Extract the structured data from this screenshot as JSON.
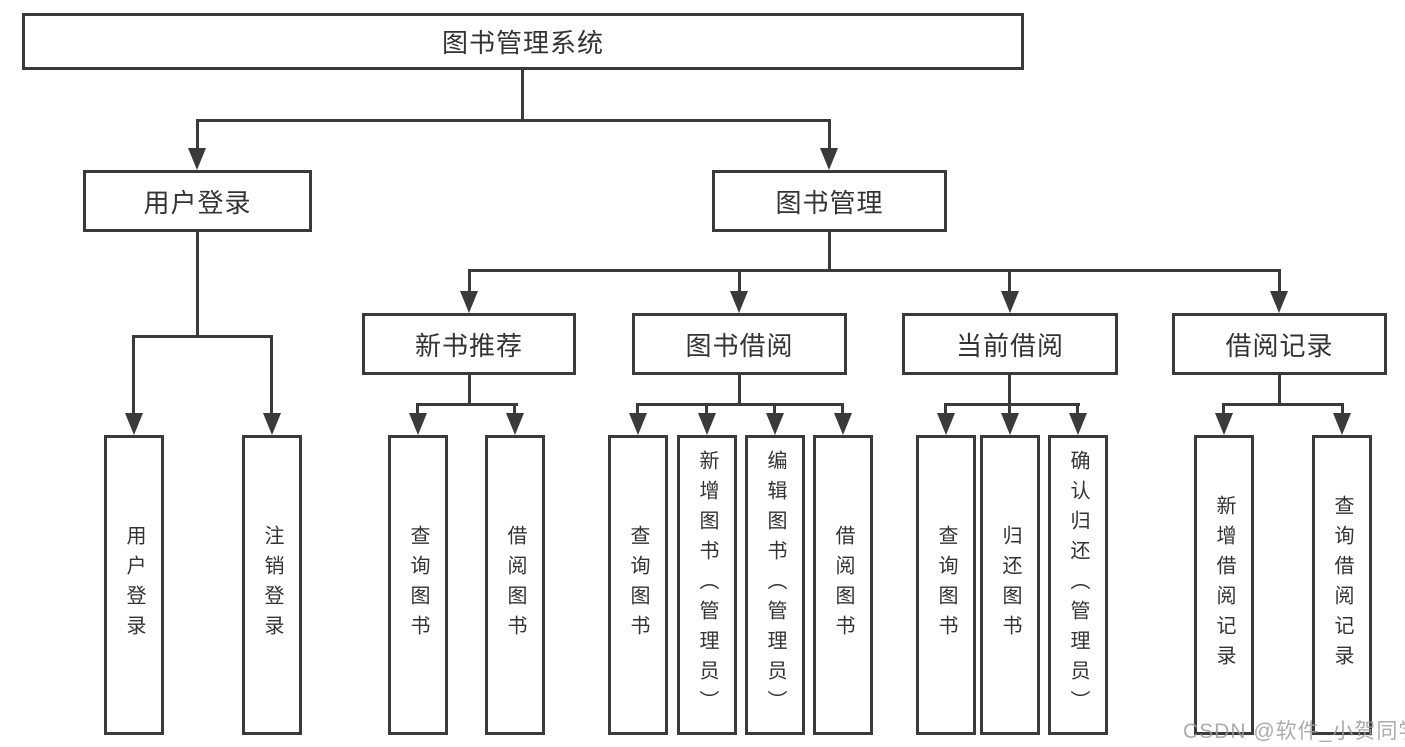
{
  "colors": {
    "line": "#3a3a3a",
    "text": "#333333",
    "background": "#ffffff",
    "watermark": "#9e9e9e"
  },
  "watermark": {
    "text": "CSDN @软件_小贺同学"
  },
  "tree": {
    "label": "图书管理系统",
    "children": [
      {
        "label": "用户登录",
        "children": [
          {
            "label": "用户登录"
          },
          {
            "label": "注销登录"
          }
        ]
      },
      {
        "label": "图书管理",
        "children": [
          {
            "label": "新书推荐",
            "children": [
              {
                "label": "查询图书"
              },
              {
                "label": "借阅图书"
              }
            ]
          },
          {
            "label": "图书借阅",
            "children": [
              {
                "label": "查询图书"
              },
              {
                "label": "新增图书（管理员）"
              },
              {
                "label": "编辑图书（管理员）"
              },
              {
                "label": "借阅图书"
              }
            ]
          },
          {
            "label": "当前借阅",
            "children": [
              {
                "label": "查询图书"
              },
              {
                "label": "归还图书"
              },
              {
                "label": "确认归还（管理员）"
              }
            ]
          },
          {
            "label": "借阅记录",
            "children": [
              {
                "label": "新增借阅记录"
              },
              {
                "label": "查询借阅记录"
              }
            ]
          }
        ]
      }
    ]
  }
}
